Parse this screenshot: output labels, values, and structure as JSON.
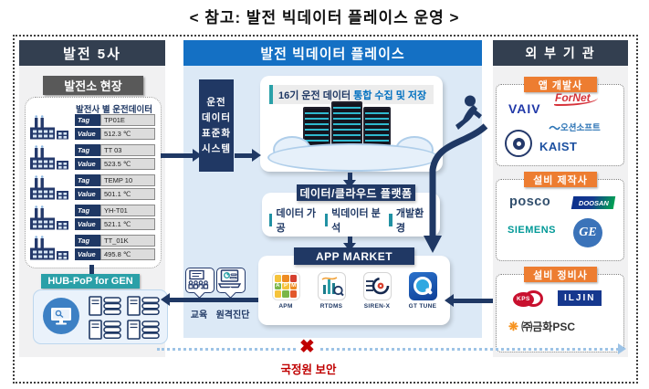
{
  "page_title": "< 참고: 발전 빅데이터 플레이스 운영 >",
  "left": {
    "header": "발전 5사",
    "site_label": "발전소 현장",
    "data_label": "발전사 별 운전데이터",
    "tag_key": "Tag",
    "value_key": "Value",
    "sensors": [
      {
        "tag": "TP01E",
        "value": "512.3 ℃"
      },
      {
        "tag": "TT 03",
        "value": "523.5 ℃"
      },
      {
        "tag": "TEMP 10",
        "value": "501.1 ℃"
      },
      {
        "tag": "YH-T01",
        "value": "521.1 ℃"
      },
      {
        "tag": "TT_01K",
        "value": "495.8 ℃"
      }
    ],
    "hub_label": "HUB-PoP for GEN"
  },
  "center": {
    "header": "발전 빅데이터 플레이스",
    "std_lines": [
      "운전",
      "데이터",
      "표준화",
      "시스템"
    ],
    "collection_title": {
      "prefix": "16기 운전 데이터 ",
      "highlight": "통합 수집 및 저장"
    },
    "platform_header": "데이터/클라우드 플랫폼",
    "platform_items": [
      "데이터 가공",
      "빅데이터 분석",
      "개발환경"
    ],
    "app_market_header": "APP MARKET",
    "apps": [
      {
        "label": "APM"
      },
      {
        "label": "RTDMS"
      },
      {
        "label": "SIREN-X"
      },
      {
        "label": "GT TUNE"
      }
    ],
    "apm_letters": [
      "A",
      "P",
      "M"
    ],
    "service_labels": [
      "교육",
      "원격진단"
    ]
  },
  "right": {
    "header": "외 부 기 관",
    "groups": [
      {
        "header": "앱 개발사"
      },
      {
        "header": "설비 제작사"
      },
      {
        "header": "설비 정비사"
      }
    ],
    "logos": {
      "vaiv": "VAIV",
      "fornet": "ForNet",
      "oceansoft": "오션소프트",
      "kaist": "KAIST",
      "posco": "posco",
      "doosan": "DOOSAN",
      "siemens": "SIEMENS",
      "ge": "GE",
      "kps": "KPS",
      "iljin": "ILJIN",
      "kumhwa": "㈜금화PSC"
    }
  },
  "security": {
    "label": "국정원 보안",
    "x_mark": "✖"
  },
  "icons": {
    "flower_mark": "❋"
  },
  "colors": {
    "dark_header": "#333F50",
    "navy": "#1F3864",
    "blue_header": "#1470C4",
    "panel_blue": "#DCE9F6",
    "panel_gray": "#F1F1F2",
    "teal": "#2AA0A8",
    "orange": "#ED7D31",
    "red": "#C00000",
    "dotted_line_blue": "#9DC3E6"
  }
}
